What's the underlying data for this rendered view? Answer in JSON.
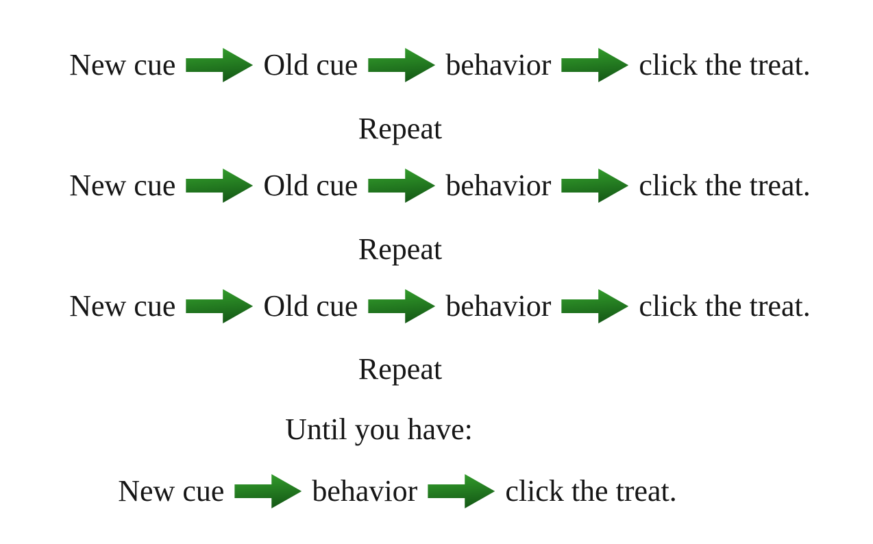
{
  "page": {
    "background": "#ffffff",
    "text_color": "#161616"
  },
  "arrow": {
    "name": "right-arrow",
    "gradient_top": "#35a22d",
    "gradient_bottom": "#165c17"
  },
  "rows": [
    {
      "type": "sequence",
      "segments": [
        "New cue",
        "Old cue",
        "behavior",
        "click the treat."
      ]
    },
    {
      "type": "label",
      "text": "Repeat"
    },
    {
      "type": "sequence",
      "segments": [
        "New cue",
        "Old cue",
        "behavior",
        "click the treat."
      ]
    },
    {
      "type": "label",
      "text": "Repeat"
    },
    {
      "type": "sequence",
      "segments": [
        "New cue",
        "Old cue",
        "behavior",
        "click the treat."
      ]
    },
    {
      "type": "label",
      "text": "Repeat"
    },
    {
      "type": "label",
      "text": "Until you have:"
    },
    {
      "type": "sequence",
      "segments": [
        "New cue",
        "behavior",
        "click the treat."
      ]
    }
  ]
}
